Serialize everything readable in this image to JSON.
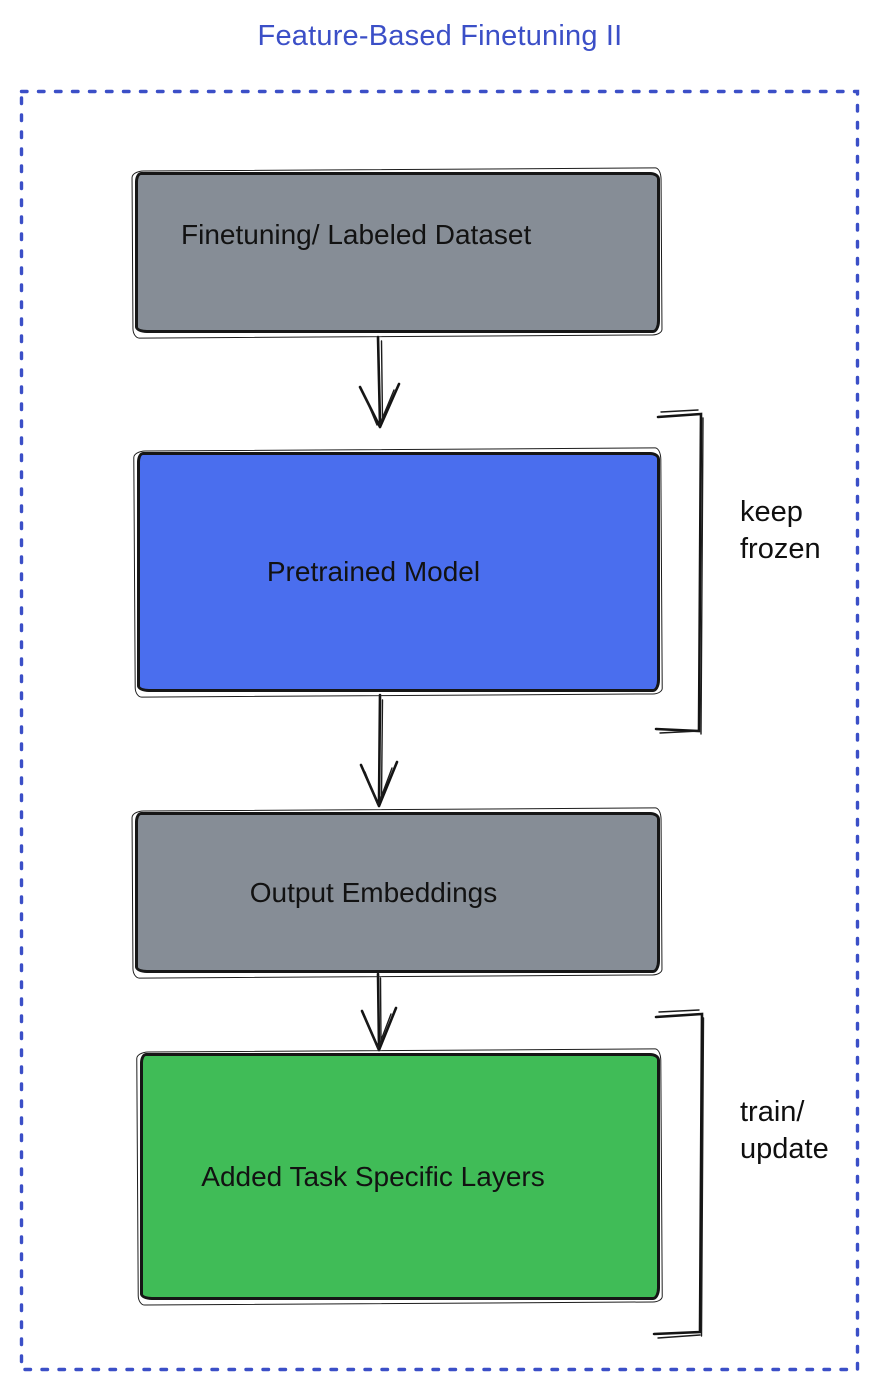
{
  "title": "Feature-Based Finetuning II",
  "boxes": [
    {
      "id": "finetuning-dataset",
      "label": "Finetuning/ Labeled Dataset",
      "fill": "#868d96"
    },
    {
      "id": "pretrained-model",
      "label": "Pretrained Model",
      "fill": "#4a6eee"
    },
    {
      "id": "output-embeddings",
      "label": "Output Embeddings",
      "fill": "#868d96"
    },
    {
      "id": "task-specific-layers",
      "label": "Added Task Specific Layers",
      "fill": "#40bc57"
    }
  ],
  "annotations": [
    {
      "id": "keep-frozen",
      "lines": [
        "keep",
        "frozen"
      ],
      "target": "pretrained-model"
    },
    {
      "id": "train-update",
      "lines": [
        "train/",
        "update"
      ],
      "target": "task-specific-layers"
    }
  ],
  "colors": {
    "accent_blue": "#3b4fc7",
    "box_gray": "#868d96",
    "box_blue": "#4a6eee",
    "box_green": "#40bc57",
    "ink": "#161616"
  }
}
